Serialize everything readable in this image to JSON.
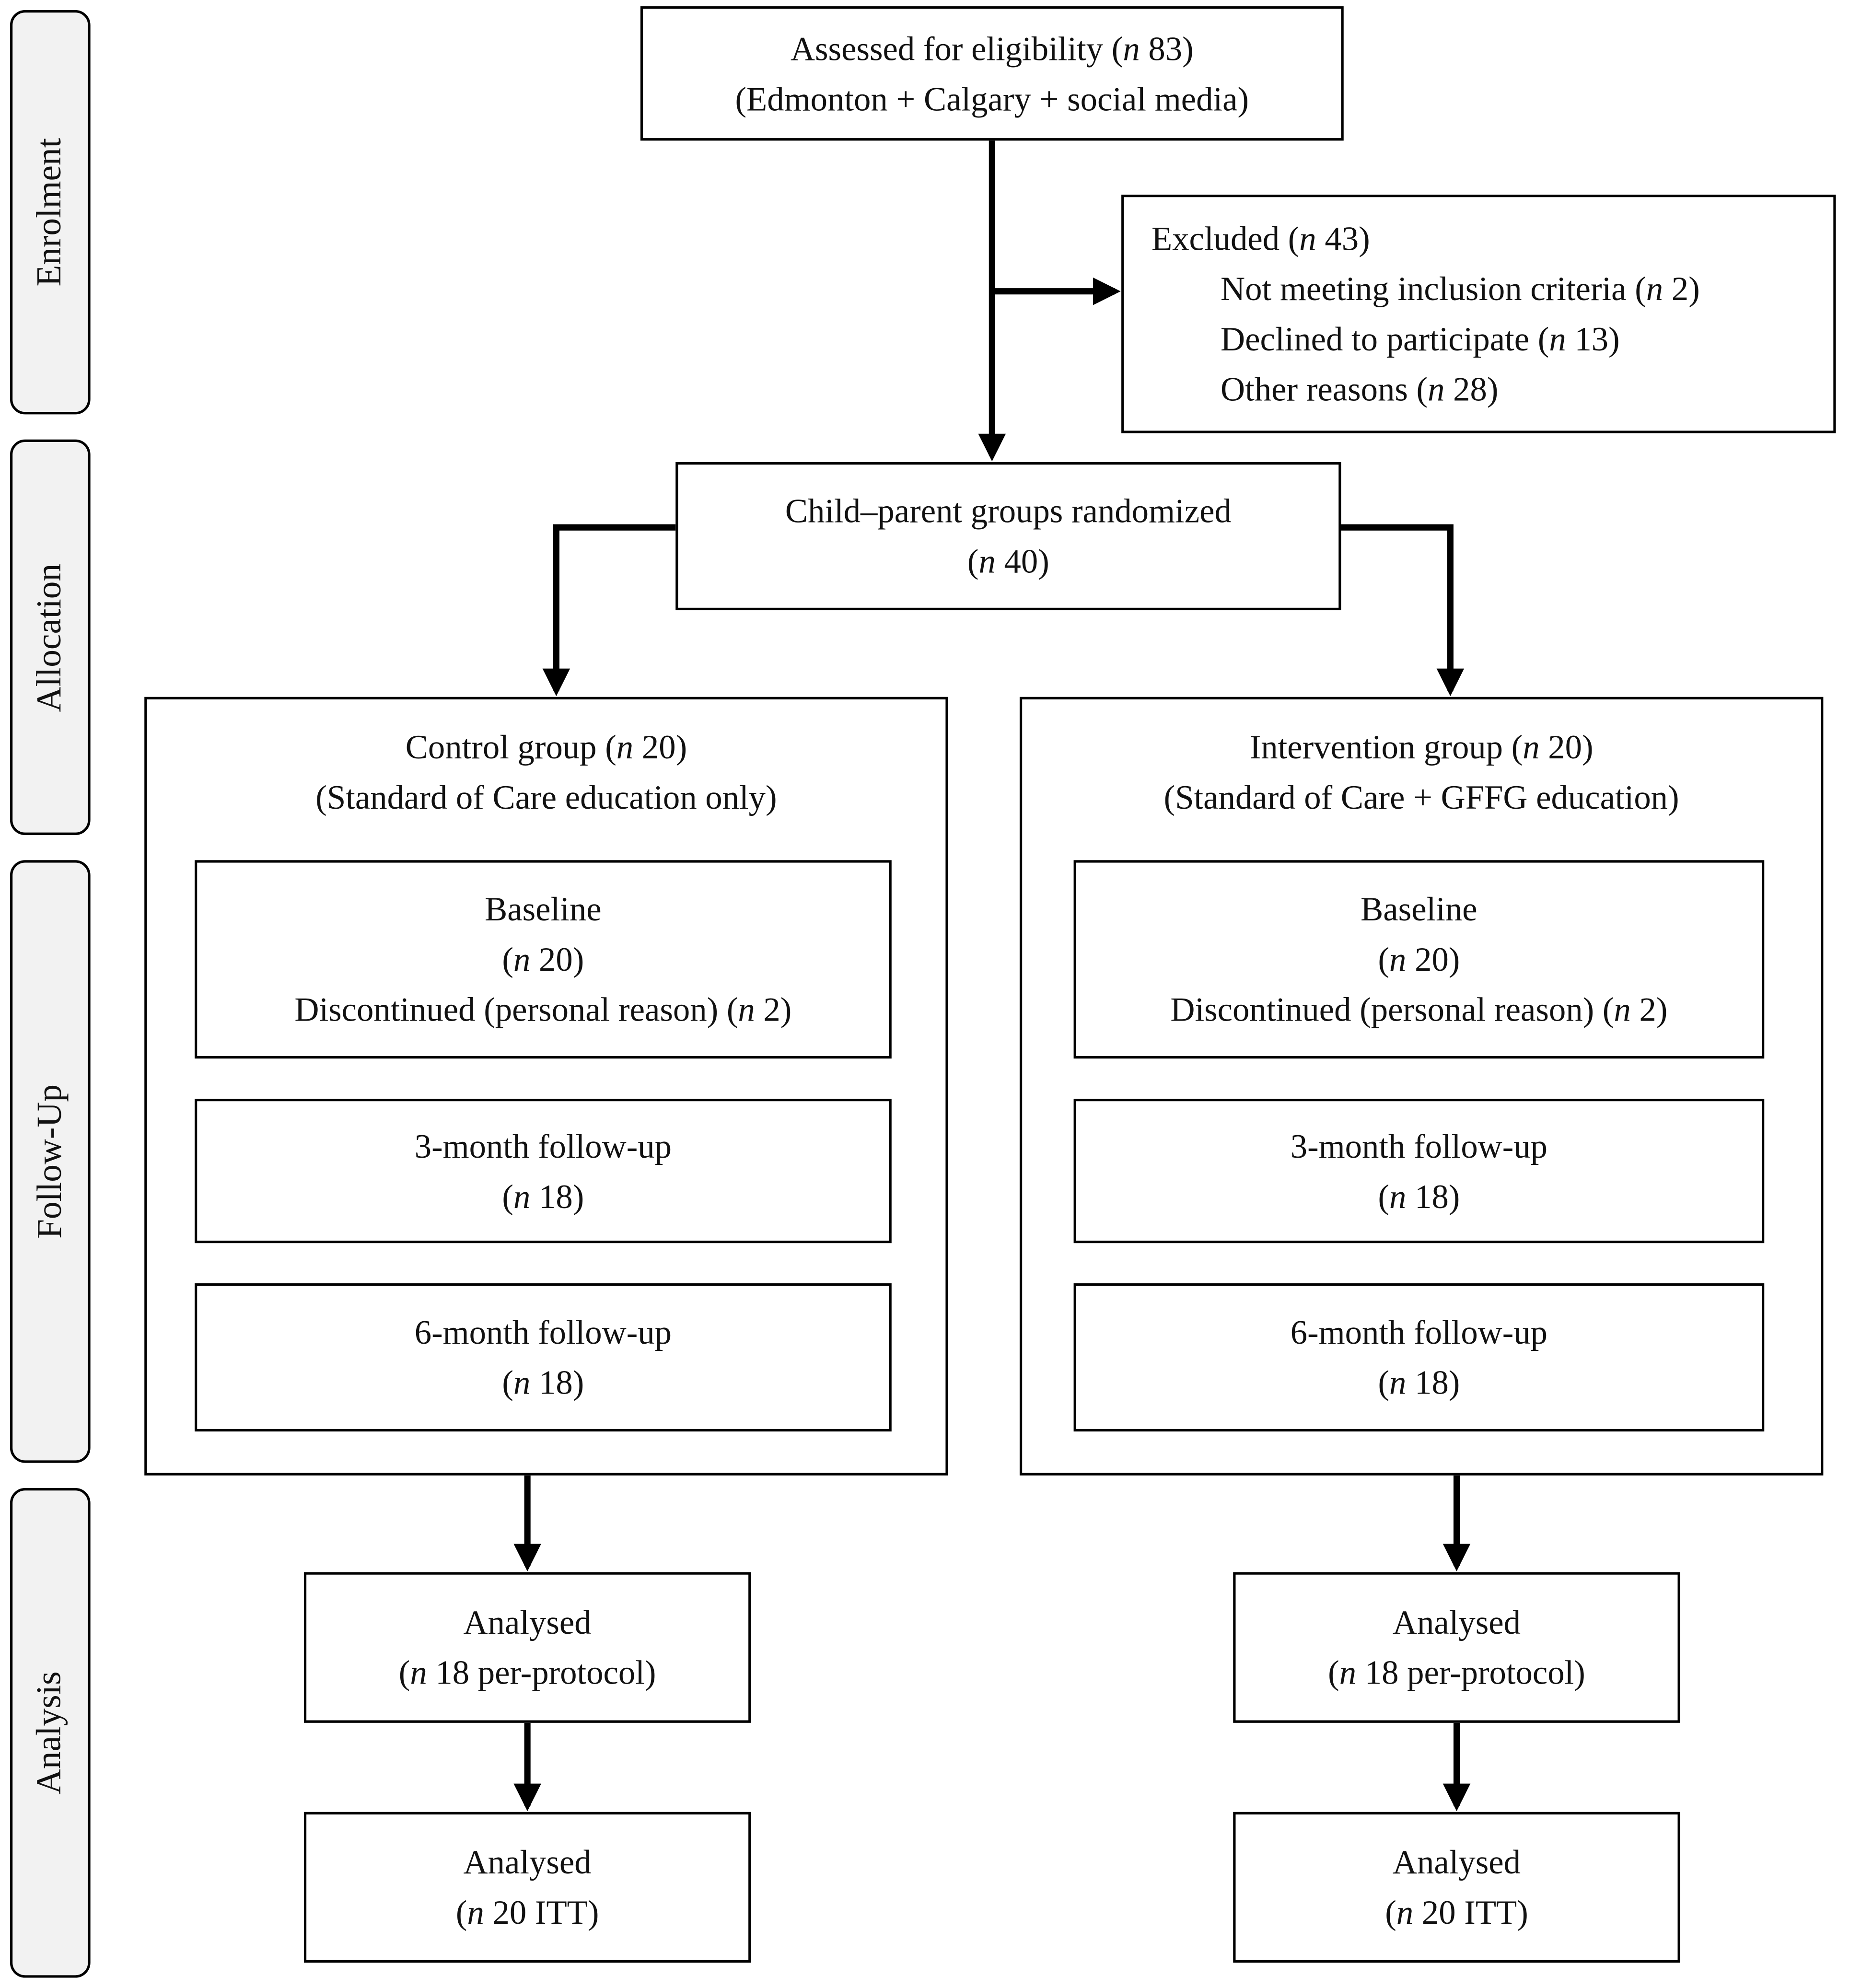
{
  "colors": {
    "box_border": "#000000",
    "stage_fill": "#f2f2f2",
    "arrow": "#000000",
    "background": "#ffffff",
    "text": "#111111"
  },
  "stages": [
    {
      "label": "Enrolment"
    },
    {
      "label": "Allocation"
    },
    {
      "label": "Follow-Up"
    },
    {
      "label": "Analysis"
    }
  ],
  "boxes": {
    "eligibility": {
      "lines": [
        {
          "segs": [
            {
              "t": "Assessed for eligibility ("
            },
            {
              "t": "n",
              "i": true
            },
            {
              "t": " 83)"
            }
          ]
        },
        {
          "segs": [
            {
              "t": "(Edmonton + Calgary + social media)"
            }
          ]
        }
      ]
    },
    "excluded": {
      "lines": [
        {
          "segs": [
            {
              "t": "Excluded ("
            },
            {
              "t": "n",
              "i": true
            },
            {
              "t": " 43)"
            }
          ]
        },
        {
          "indent": true,
          "segs": [
            {
              "t": "Not meeting inclusion criteria ("
            },
            {
              "t": "n",
              "i": true
            },
            {
              "t": " 2)"
            }
          ]
        },
        {
          "indent": true,
          "segs": [
            {
              "t": "Declined to participate ("
            },
            {
              "t": "n",
              "i": true
            },
            {
              "t": " 13)"
            }
          ]
        },
        {
          "indent": true,
          "segs": [
            {
              "t": "Other reasons ("
            },
            {
              "t": "n",
              "i": true
            },
            {
              "t": " 28)"
            }
          ]
        }
      ]
    },
    "randomized": {
      "lines": [
        {
          "segs": [
            {
              "t": "Child–parent groups randomized"
            }
          ]
        },
        {
          "segs": [
            {
              "t": "("
            },
            {
              "t": "n",
              "i": true
            },
            {
              "t": " 40)"
            }
          ]
        }
      ]
    },
    "control_header": {
      "lines": [
        {
          "segs": [
            {
              "t": "Control group ("
            },
            {
              "t": "n",
              "i": true
            },
            {
              "t": " 20)"
            }
          ]
        },
        {
          "segs": [
            {
              "t": "(Standard of Care education only)"
            }
          ]
        }
      ]
    },
    "intervention_header": {
      "lines": [
        {
          "segs": [
            {
              "t": "Intervention group ("
            },
            {
              "t": "n",
              "i": true
            },
            {
              "t": " 20)"
            }
          ]
        },
        {
          "segs": [
            {
              "t": "(Standard of Care + GFFG education)"
            }
          ]
        }
      ]
    },
    "control_baseline": {
      "lines": [
        {
          "segs": [
            {
              "t": "Baseline"
            }
          ]
        },
        {
          "segs": [
            {
              "t": "("
            },
            {
              "t": "n",
              "i": true
            },
            {
              "t": " 20)"
            }
          ]
        },
        {
          "segs": [
            {
              "t": "Discontinued (personal reason) ("
            },
            {
              "t": "n",
              "i": true
            },
            {
              "t": " 2)"
            }
          ]
        }
      ]
    },
    "control_3month": {
      "lines": [
        {
          "segs": [
            {
              "t": "3-month follow-up"
            }
          ]
        },
        {
          "segs": [
            {
              "t": "("
            },
            {
              "t": "n",
              "i": true
            },
            {
              "t": " 18)"
            }
          ]
        }
      ]
    },
    "control_6month": {
      "lines": [
        {
          "segs": [
            {
              "t": "6-month follow-up"
            }
          ]
        },
        {
          "segs": [
            {
              "t": "("
            },
            {
              "t": "n",
              "i": true
            },
            {
              "t": " 18)"
            }
          ]
        }
      ]
    },
    "intervention_baseline": {
      "lines": [
        {
          "segs": [
            {
              "t": "Baseline"
            }
          ]
        },
        {
          "segs": [
            {
              "t": "("
            },
            {
              "t": "n",
              "i": true
            },
            {
              "t": " 20)"
            }
          ]
        },
        {
          "segs": [
            {
              "t": "Discontinued (personal reason) ("
            },
            {
              "t": "n",
              "i": true
            },
            {
              "t": " 2)"
            }
          ]
        }
      ]
    },
    "intervention_3month": {
      "lines": [
        {
          "segs": [
            {
              "t": "3-month follow-up"
            }
          ]
        },
        {
          "segs": [
            {
              "t": "("
            },
            {
              "t": "n",
              "i": true
            },
            {
              "t": " 18)"
            }
          ]
        }
      ]
    },
    "intervention_6month": {
      "lines": [
        {
          "segs": [
            {
              "t": "6-month follow-up"
            }
          ]
        },
        {
          "segs": [
            {
              "t": "("
            },
            {
              "t": "n",
              "i": true
            },
            {
              "t": " 18)"
            }
          ]
        }
      ]
    },
    "control_analysed_pp": {
      "lines": [
        {
          "segs": [
            {
              "t": "Analysed"
            }
          ]
        },
        {
          "segs": [
            {
              "t": "("
            },
            {
              "t": "n",
              "i": true
            },
            {
              "t": " 18 per-protocol)"
            }
          ]
        }
      ]
    },
    "control_analysed_itt": {
      "lines": [
        {
          "segs": [
            {
              "t": "Analysed"
            }
          ]
        },
        {
          "segs": [
            {
              "t": "("
            },
            {
              "t": "n",
              "i": true
            },
            {
              "t": " 20 ITT)"
            }
          ]
        }
      ]
    },
    "intervention_analysed_pp": {
      "lines": [
        {
          "segs": [
            {
              "t": "Analysed"
            }
          ]
        },
        {
          "segs": [
            {
              "t": "("
            },
            {
              "t": "n",
              "i": true
            },
            {
              "t": " 18 per-protocol)"
            }
          ]
        }
      ]
    },
    "intervention_analysed_itt": {
      "lines": [
        {
          "segs": [
            {
              "t": "Analysed"
            }
          ]
        },
        {
          "segs": [
            {
              "t": "("
            },
            {
              "t": "n",
              "i": true
            },
            {
              "t": " 20 ITT)"
            }
          ]
        }
      ]
    }
  }
}
